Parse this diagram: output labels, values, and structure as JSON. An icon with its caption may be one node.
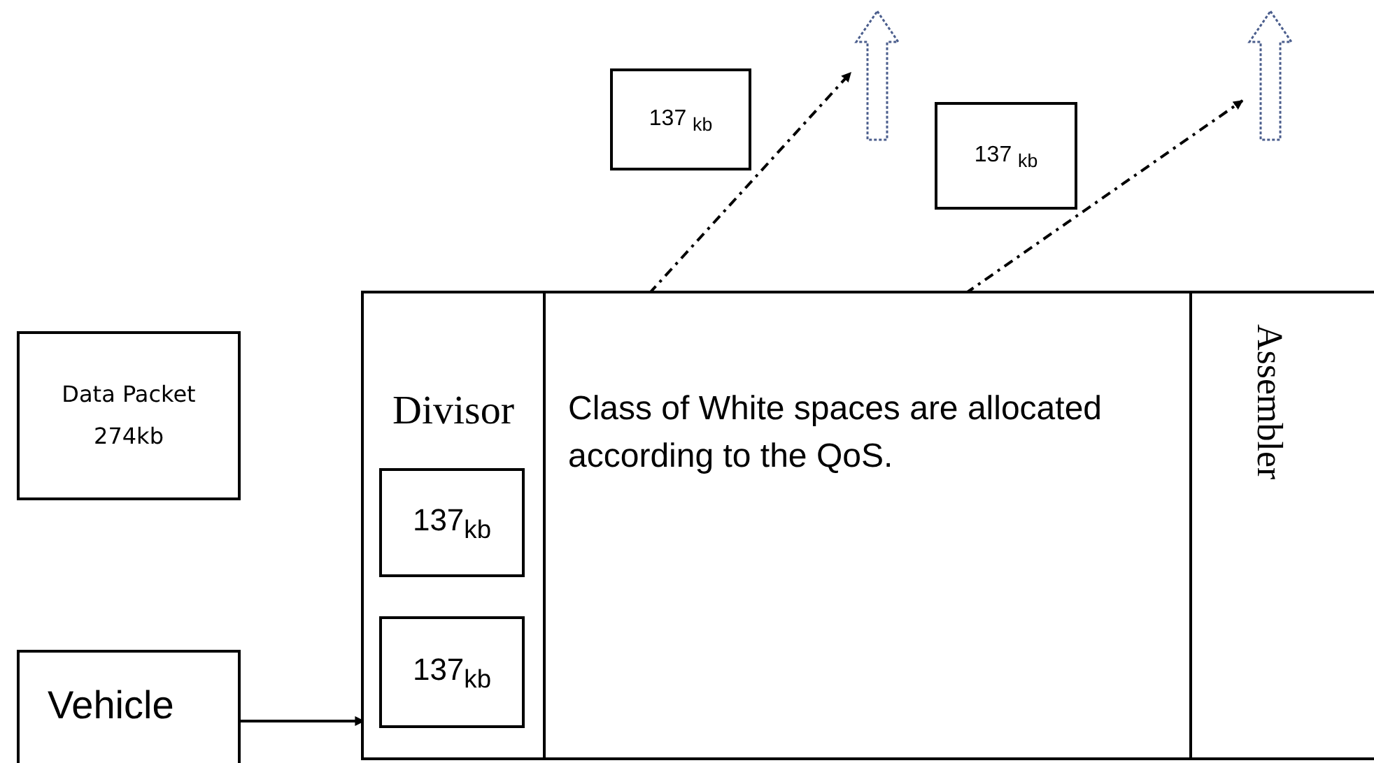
{
  "diagram": {
    "nodes": [
      {
        "text": [
          "Data Packet 274kb"
        ]
      },
      {
        "text": [
          "Vehicle"
        ]
      },
      {
        "text": [],
        "shape": "box"
      },
      {
        "text": [
          "Divisor"
        ],
        "in": 2
      },
      {
        "text": [
          "137$_{kb}$"
        ],
        "in": 3
      },
      {
        "text": [
          "137$_{kb}$"
        ],
        "in": 3
      },
      {
        "text": [
          "Class of White spaces are allocated according to the QoS."
        ],
        "in": 2
      },
      {
        "text": [
          "Assembler"
        ],
        "in": 2
      },
      {
        "text": [
          "137 $_{kb}$"
        ]
      },
      {
        "text": [
          "137 $_{kb}$"
        ]
      },
      {
        "text": [],
        "shape": "arrow"
      },
      {
        "text": [],
        "shape": "arrow"
      }
    ],
    "edges": [
      {
        "from": 1,
        "to": 3,
        "arrow": "to"
      },
      {
        "from": 6,
        "to": 10,
        "arrow": "to",
        "style": "dashed"
      },
      {
        "from": 6,
        "to": 11,
        "arrow": "to",
        "style": "dashed"
      }
    ]
  }
}
